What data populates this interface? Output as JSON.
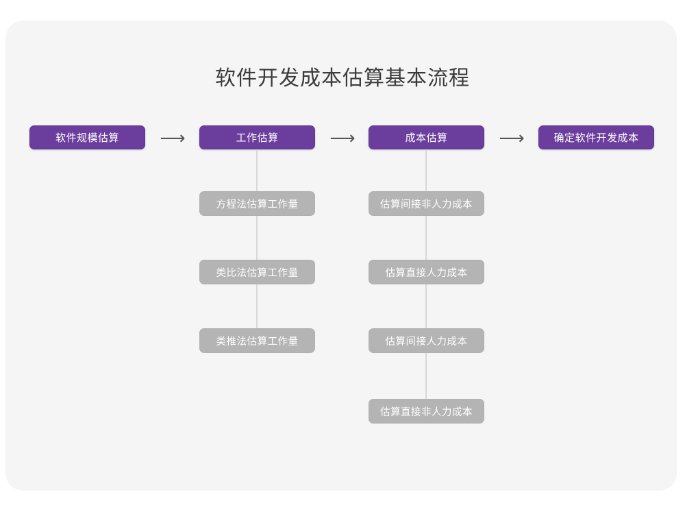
{
  "diagram": {
    "title": "软件开发成本估算基本流程",
    "type": "flowchart",
    "background_color": "#f5f5f6",
    "primary_color": "#6b3e9e",
    "secondary_color": "#b4b4b4",
    "arrow_glyph": "⟶",
    "stages": [
      {
        "id": "stage-1",
        "label": "软件规模估算",
        "substeps": []
      },
      {
        "id": "stage-2",
        "label": "工作估算",
        "substeps": [
          {
            "label": "方程法估算工作量"
          },
          {
            "label": "类比法估算工作量"
          },
          {
            "label": "类推法估算工作量"
          }
        ]
      },
      {
        "id": "stage-3",
        "label": "成本估算",
        "substeps": [
          {
            "label": "估算间接非人力成本"
          },
          {
            "label": "估算直接人力成本"
          },
          {
            "label": "估算间接人力成本"
          },
          {
            "label": "估算直接非人力成本"
          }
        ]
      },
      {
        "id": "stage-4",
        "label": "确定软件开发成本",
        "substeps": []
      }
    ],
    "arrows": [
      {
        "from": "stage-1",
        "to": "stage-2",
        "glyph": "⟶"
      },
      {
        "from": "stage-2",
        "to": "stage-3",
        "glyph": "⟶"
      },
      {
        "from": "stage-3",
        "to": "stage-4",
        "glyph": "⟶"
      }
    ]
  }
}
